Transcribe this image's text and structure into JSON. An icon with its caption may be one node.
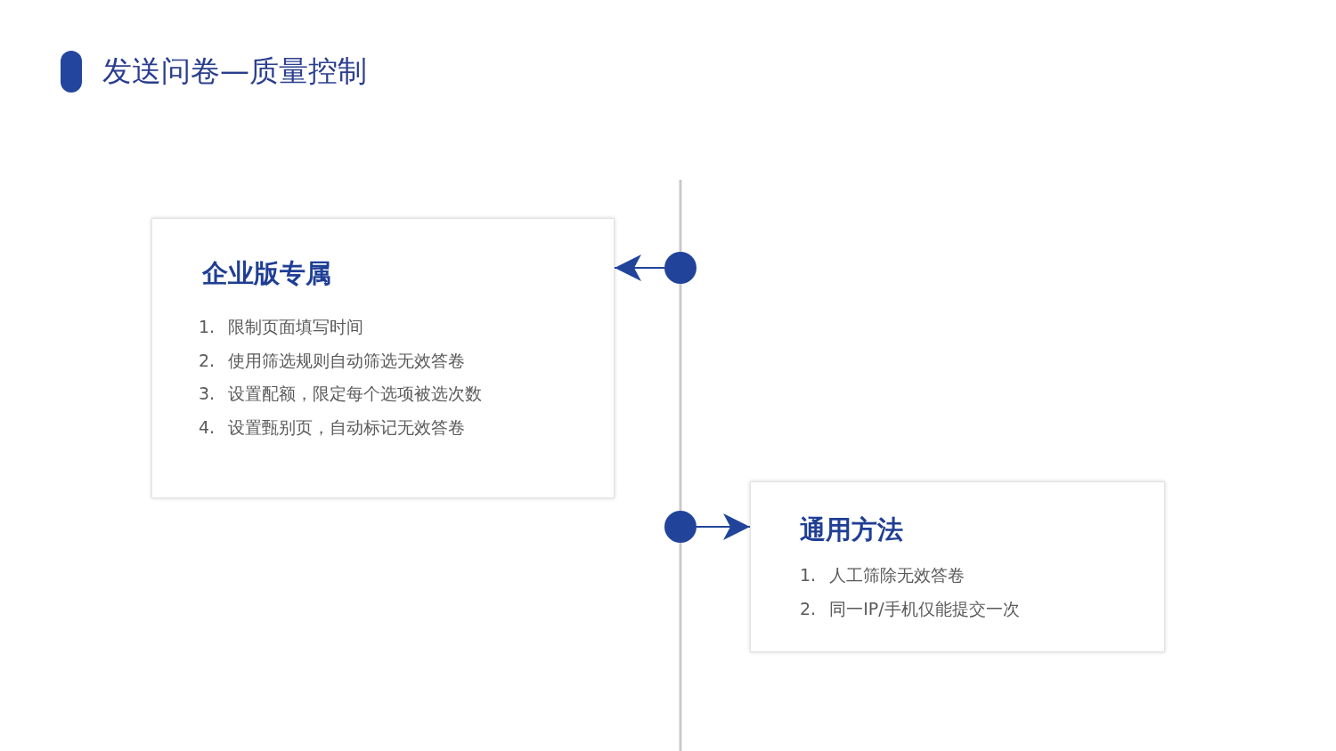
{
  "diagram": {
    "title": "发送问卷—质量控制",
    "nodes": [
      {
        "text": [
          "企业版专属",
          "1. 限制页面填写时间",
          "2. 使用筛选规则自动筛选无效答卷",
          "3. 设置配额，限定每个选项被选次数",
          "4. 设置甄别页，自动标记无效答卷"
        ]
      },
      {
        "text": [],
        "shape": "circle"
      },
      {
        "text": [],
        "shape": "circle"
      },
      {
        "text": [
          "通用方法",
          "1. 人工筛除无效答卷",
          "2. 同一IP/手机仅能提交一次"
        ]
      }
    ],
    "edges": [
      {
        "from": null,
        "to": 1,
        "arrow": "none"
      },
      {
        "from": 1,
        "to": 0,
        "arrow": "to",
        "color": "#21449a"
      },
      {
        "from": 1,
        "to": 2,
        "arrow": "none"
      },
      {
        "from": 2,
        "to": 3,
        "arrow": "to",
        "color": "#21449a"
      },
      {
        "from": 2,
        "to": null,
        "arrow": "none"
      }
    ]
  }
}
